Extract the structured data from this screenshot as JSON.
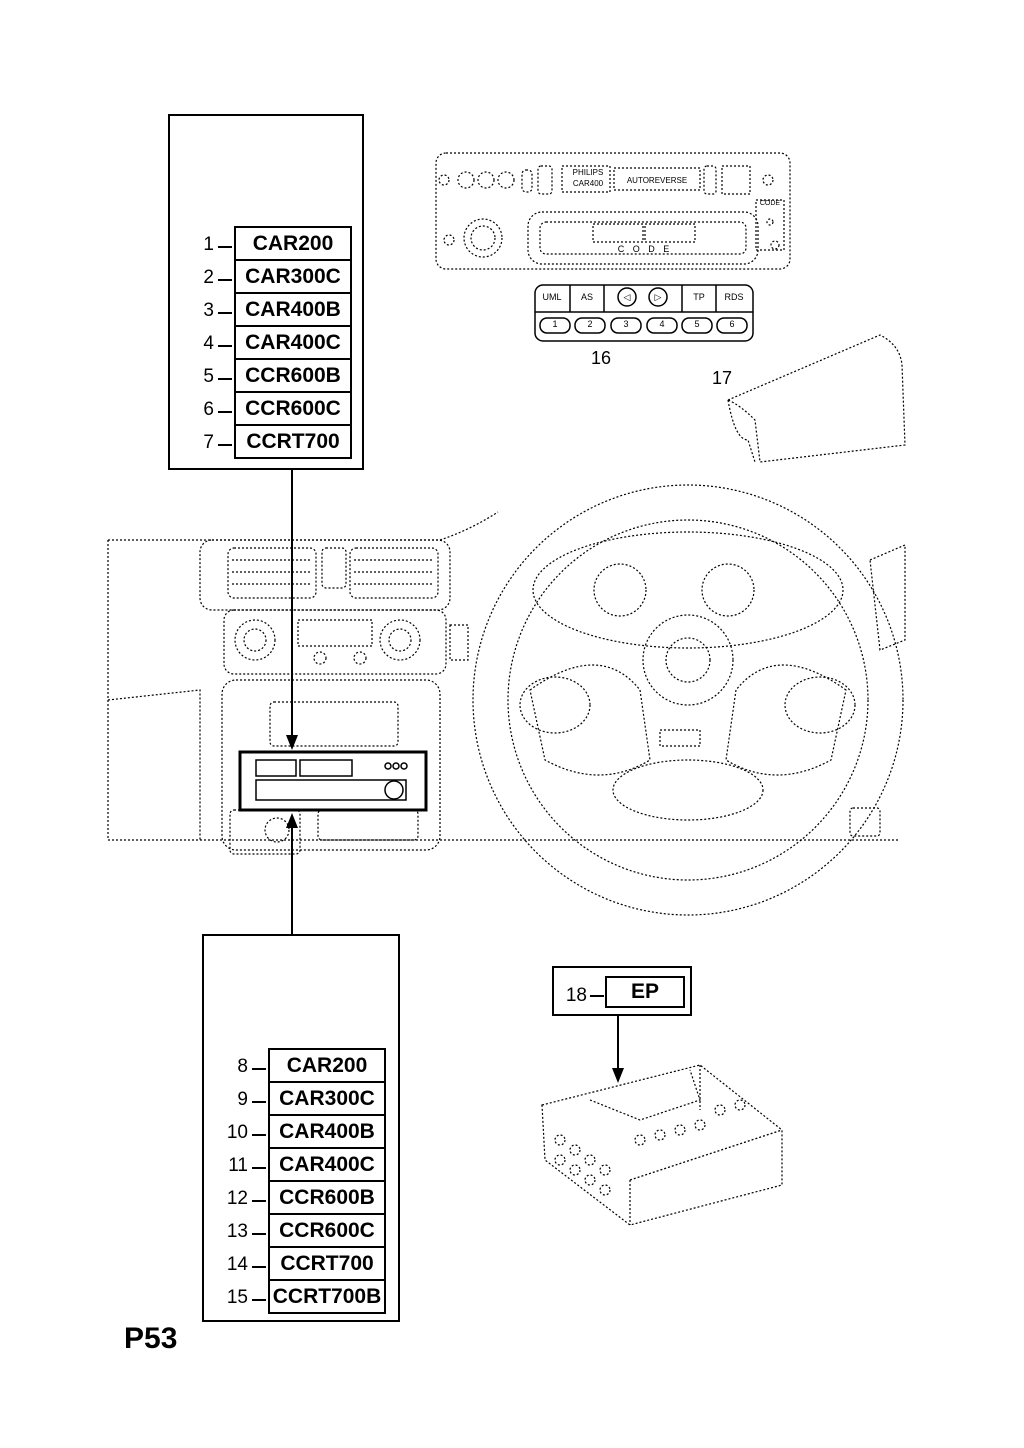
{
  "page_code": "P53",
  "opel_group": {
    "logo": "opel-logo",
    "items": [
      {
        "num": "1",
        "code": "CAR200"
      },
      {
        "num": "2",
        "code": "CAR300C"
      },
      {
        "num": "3",
        "code": "CAR400B"
      },
      {
        "num": "4",
        "code": "CAR400C"
      },
      {
        "num": "5",
        "code": "CCR600B"
      },
      {
        "num": "6",
        "code": "CCR600C"
      },
      {
        "num": "7",
        "code": "CCRT700"
      }
    ]
  },
  "vauxhall_group": {
    "logo": "vauxhall-griffin-logo",
    "items": [
      {
        "num": "8",
        "code": "CAR200"
      },
      {
        "num": "9",
        "code": "CAR300C"
      },
      {
        "num": "10",
        "code": "CAR400B"
      },
      {
        "num": "11",
        "code": "CAR400C"
      },
      {
        "num": "12",
        "code": "CCR600B"
      },
      {
        "num": "13",
        "code": "CCR600C"
      },
      {
        "num": "14",
        "code": "CCRT700"
      },
      {
        "num": "15",
        "code": "CCRT700B"
      }
    ]
  },
  "radio_panel": {
    "brand": "PHILIPS",
    "model": "CAR400",
    "autoreverse": "AUTOREVERSE",
    "code_label": "CODE",
    "code_letters": "C O D E",
    "buttons_top": [
      "UML",
      "AS",
      "◁",
      "▷",
      "TP",
      "RDS"
    ],
    "buttons_bottom": [
      "1",
      "2",
      "3",
      "4",
      "5",
      "6"
    ]
  },
  "callouts": {
    "control_panel": "16",
    "cover": "17",
    "cage_num": "18",
    "cage_code": "EP"
  }
}
